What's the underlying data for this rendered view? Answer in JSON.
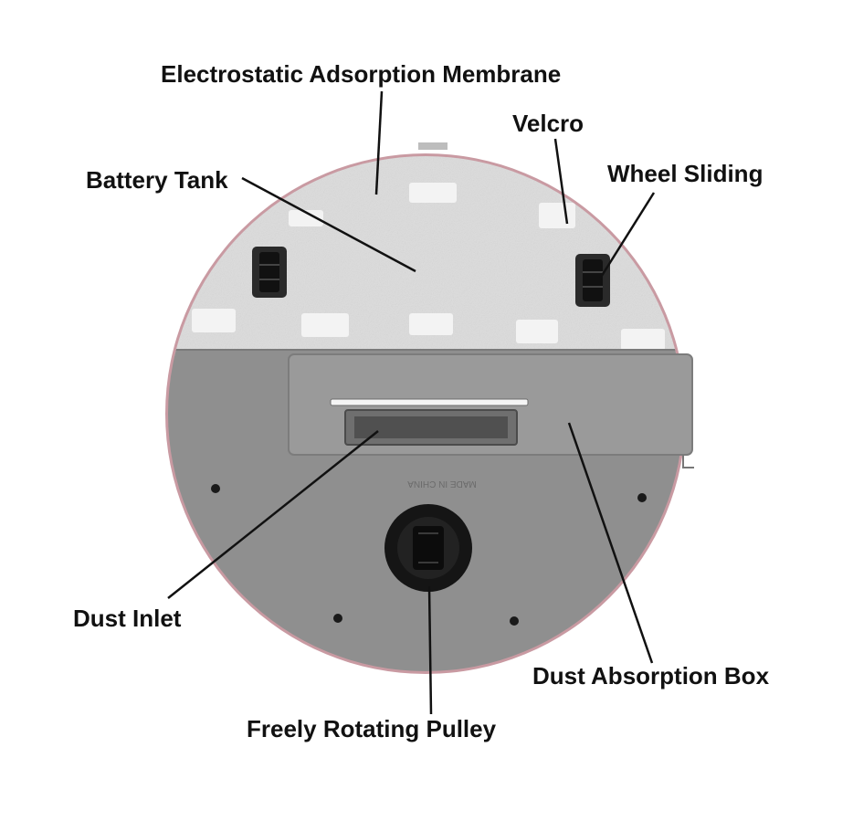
{
  "colors": {
    "rim": "#c99aa2",
    "felt": "#dcdcdc",
    "felt_patch": "#f3f3f3",
    "body_gray": "#8f8f8f",
    "panel_gray": "#9a9a9a",
    "wheel": "#1a1a1a",
    "leader_line": "#111111"
  },
  "labels": {
    "membrane": "Electrostatic Adsorption Membrane",
    "velcro": "Velcro",
    "wheel_sliding": "Wheel Sliding",
    "battery_tank": "Battery Tank",
    "dust_inlet": "Dust Inlet",
    "dust_box": "Dust Absorption Box",
    "pulley": "Freely Rotating Pulley"
  },
  "device": {
    "molded_text": "MADE IN CHINA"
  }
}
